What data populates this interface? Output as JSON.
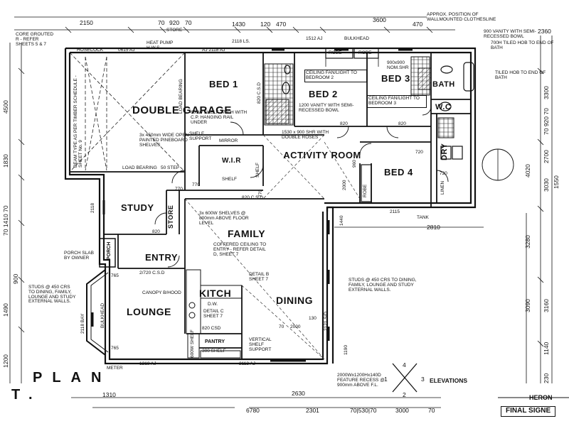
{
  "plan": {
    "title": "PLAN",
    "title_fragment": "T.",
    "elevations_label": "ELEVATIONS",
    "final_stamp": "FINAL SIGNE",
    "project_name": "HERON"
  },
  "rooms": {
    "double_garage": "DOUBLE GARAGE",
    "bed1": "BED 1",
    "bed2": "BED 2",
    "bed3": "BED 3",
    "bed4": "BED 4",
    "bath": "BATH",
    "wc": "W.C",
    "dry": "DRY",
    "wir": "W.I.R",
    "activity": "ACTIVITY ROOM",
    "study": "STUDY",
    "store": "STORE",
    "entry": "ENTRY",
    "family": "FAMILY",
    "lounge": "LOUNGE",
    "kitchen": "KITCH",
    "dining": "DINING",
    "pantry": "PANTRY",
    "porch": "PORCH",
    "robe": "ROBE",
    "shelf": "SHELF",
    "linen": "LINEN"
  },
  "notes": {
    "hosecock": "HOSECOCK",
    "heat_pump": "HEAT PUMP H.W.S",
    "garage_shelves": "3x 450mm WIDE OPEN PAINTED PINEBOARD SHELVES",
    "bed1_shelf": "600W SHELF 1700H WITH C.P. HANGING RAIL UNDER",
    "shelf_support": "SHELF SUPPORT",
    "mirror": "MIRROR",
    "load_bearing": "LOAD BEARING",
    "fan_light_bed2": "CEILING FAN/LIGHT TO BEDROOM 2",
    "fan_light_bed3": "CEILING FAN/LIGHT TO BEDROOM 3",
    "vanity_1200": "1200 VANITY WITH SEMI-RECESSED BOWL",
    "shr_1530": "1530 x 900 SHR WITH DOUBLE ROSES",
    "nom_shr": "900x900 NOM.SHR",
    "vanity_900": "900 VANITY WITH SEMI-RECESSED BOWL",
    "tiled_hob_700": "700H TILED HOB TO END OF BATH",
    "tiled_hob": "TILED HOB TO END OF BATH",
    "bulkhead": "BULKHEAD",
    "clothesline": "APPROX. POSITION OF WALLMOUNTED CLOTHESLINE",
    "family_shelves": "3x 600W SHELVES @ 800mm ABOVE FLOOR LEVEL",
    "coffered": "COFFERED CEILING TO ENTRY - REFER DETAIL D, SHEET 7",
    "detail_b": "DETAIL B SHEET 7",
    "canopy": "CANOPY B/HOOD",
    "detail_c": "DETAIL C SHEET 7",
    "csd_820": "820 CSD",
    "dw": "D.W.",
    "vertical_shelf": "VERTICAL SHELF SUPPORT",
    "shelf_300": "300 SHELF",
    "shelf_600w": "600W SHELF",
    "studs_left": "STUDS @ 450 CRS TO DINING, FAMILY, LOUNGE AND STUDY EXTERNAL WALLS.",
    "studs_right": "STUDS @ 450 CRS TO DINING, FAMILY, LOUNGE AND STUDY EXTERNAL WALLS.",
    "porch_slab": "PORCH SLAB BY OWNER",
    "core_grouted": "CORE GROUTED R - REFER SHEETS 5 & 7",
    "feature_recess": "2000Wx1200Hx140D FEATURE RECESS @ 900mm ABOVE F.L.",
    "meter": "METER",
    "beam_note": "BEAM TYPE AS PER TIMBER SCHEDULE - SHEET No. 9",
    "step": "50 STEP",
    "tank": "TANK",
    "bay": "2118 BAY",
    "bulkhead_lounge": "BULKHEAD"
  },
  "dims": {
    "top_2150": "2150",
    "top_70": "70",
    "top_920": "920",
    "top_70b": "70",
    "top_store": "STORE",
    "top_1430": "1430",
    "top_120": "120",
    "top_470": "470",
    "top_1512": "1512 AJ",
    "top_3600": "3600",
    "top_470b": "470",
    "top_2360": "2360",
    "garage_0615": "0615 AJ",
    "garage_2118": "2118 LS.",
    "garage_aj": "AJ 2118 AJ",
    "bed1_820": "820 C.S.D",
    "bed2_820": "820",
    "bed3_820": "820",
    "d_770a": "770",
    "d_770b": "770",
    "d_770c": "770",
    "d_820csd": "820 C.S.D",
    "d_820_study": "820",
    "d_720": "720",
    "d_720b": "720",
    "d_2118": "2118",
    "d_1440": "1440",
    "d_2810": "2810",
    "d_2115": "2115",
    "d_2000": "2000",
    "d_960": "960",
    "d_2720": "2/720 C.S.D",
    "d_765a": "765",
    "d_765b": "765",
    "d_1218": "1218 AJ",
    "d_2112": "2112 AJ",
    "d_2121": "2121 S/D",
    "d_70": "70",
    "d_2000b": "2000",
    "d_130": "130",
    "d_1190": "1190",
    "d_1310": "1310",
    "d_2630": "2630",
    "d_2301": "2301",
    "d_6780": "6780",
    "d_3000": "3000",
    "d_70r": "70",
    "d_530": "70|530|70",
    "left_4500": "4500",
    "left_1830": "1830",
    "left_1410": "70 1410 70",
    "left_1490": "1490",
    "left_1200": "1200",
    "left_900": "900",
    "right_3300": "3300",
    "right_920": "70 920 70",
    "right_2700": "2700",
    "right_4020": "4020",
    "right_3030": "3030",
    "right_1550": "1550",
    "right_3280": "3280",
    "right_3160": "3160",
    "right_3090": "3090",
    "right_1140": "1140",
    "right_230": "230",
    "elev_1": "1",
    "elev_2": "2",
    "elev_3": "3",
    "elev_4": "4"
  }
}
